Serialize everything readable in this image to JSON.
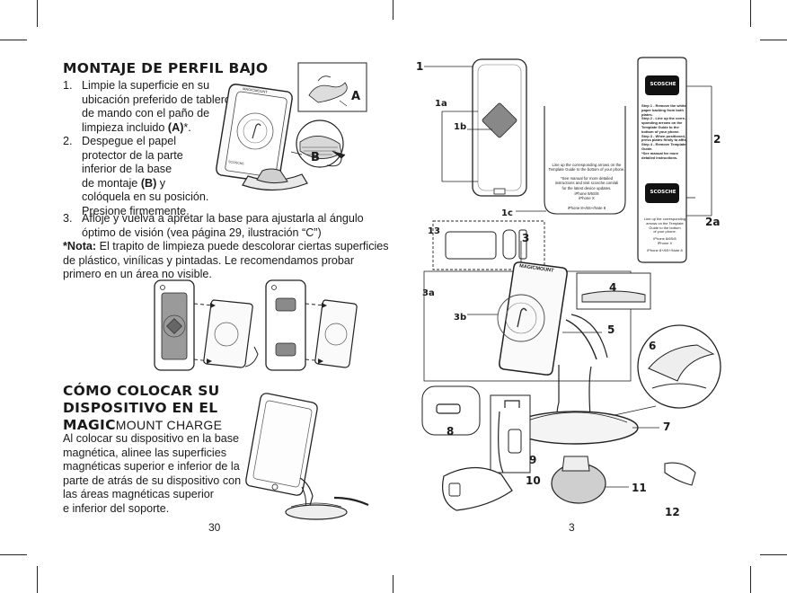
{
  "left_page": {
    "section1_title": "MONTAJE DE PERFIL BAJO",
    "step1_num": "1.",
    "step1_lines": [
      "Limpie la superficie en su",
      "ubicación preferido de tablero",
      "de mando con el paño de",
      "limpieza incluido "
    ],
    "step1_ref": "(A)",
    "step1_end": "*.",
    "step2_num": "2.",
    "step2_lines": [
      "Despegue el papel",
      "protector de la parte",
      "inferior de la base",
      "de montaje "
    ],
    "step2_ref": "(B)",
    "step2_tail": " y",
    "step2_lines_b": [
      "colóquela en su posición.",
      "Presione firmemente."
    ],
    "step3_num": "3.",
    "step3_lines": [
      "Afloje y vuelva a apretar la base para ajustarla al ángulo",
      "óptimo de visión (vea página 29, ilustración “C”)"
    ],
    "note_label": "*Nota:",
    "note_lines": [
      " El trapito de limpieza puede descolorar ciertas superficies",
      "de plástico, vinílicas y pintadas.  Le recomendamos probar",
      "primero en un área no visible."
    ],
    "callout_a": "A",
    "callout_b": "B",
    "section2_title_lines": [
      "CÓMO COLOCAR SU",
      "DISPOSITIVO EN EL"
    ],
    "section2_brand_bold": "MAGIC",
    "section2_brand_rest": "MOUNT CHARGE",
    "section2_body": [
      "Al colocar su dispositivo en la base",
      "magnética, alinee las superficies",
      "magnéticas superior e inferior de la",
      "parte de atrás de su dispositivo con",
      "las áreas magnéticas superior",
      "e inferior del soporte."
    ],
    "page_number": "30"
  },
  "right_page": {
    "callouts": [
      "1",
      "1a",
      "1b",
      "1c",
      "2",
      "2a",
      "3",
      "3a",
      "3b",
      "4",
      "5",
      "6",
      "7",
      "8",
      "9",
      "10",
      "11",
      "12",
      "13"
    ],
    "template_text": [
      "Line up the corresponding arrows on the",
      "Template Guide to the bottom of your phone.",
      "*See manual for more detailed",
      "instructions and visit scosche.com/ali",
      "for the latest device updates."
    ],
    "template_size_1": "iPhone 8/6S/8",
    "template_size_1b": "iPhone X",
    "template_size_2": "iPhone 8+/6S+/Note 8",
    "card_brand": "SCOSCHE",
    "card_steps": [
      "Step 1 - Remove the white",
      "paper backing from both",
      "plates.",
      "Step 2 - Line up the corre-",
      "sponding arrows on the",
      "Template Guide to the",
      "bottom of your phone.",
      "Step 3 - When positioned,",
      "press plates firmly to affix.",
      "Step 4 - Remove Template",
      "Guide.",
      "*See manual for more",
      "detailed instructions."
    ],
    "card_bottom_text": [
      "Line up the corresponding",
      "arrows on the Template",
      "Guide to the bottom",
      "of your phone."
    ],
    "card_size_1": "iPhone 8/6S/8",
    "card_size_1b": "iPhone X",
    "card_size_2": "iPhone 8+/6S+/Note 8",
    "mount_brand": "MAGICMOUNT",
    "page_number": "3"
  }
}
